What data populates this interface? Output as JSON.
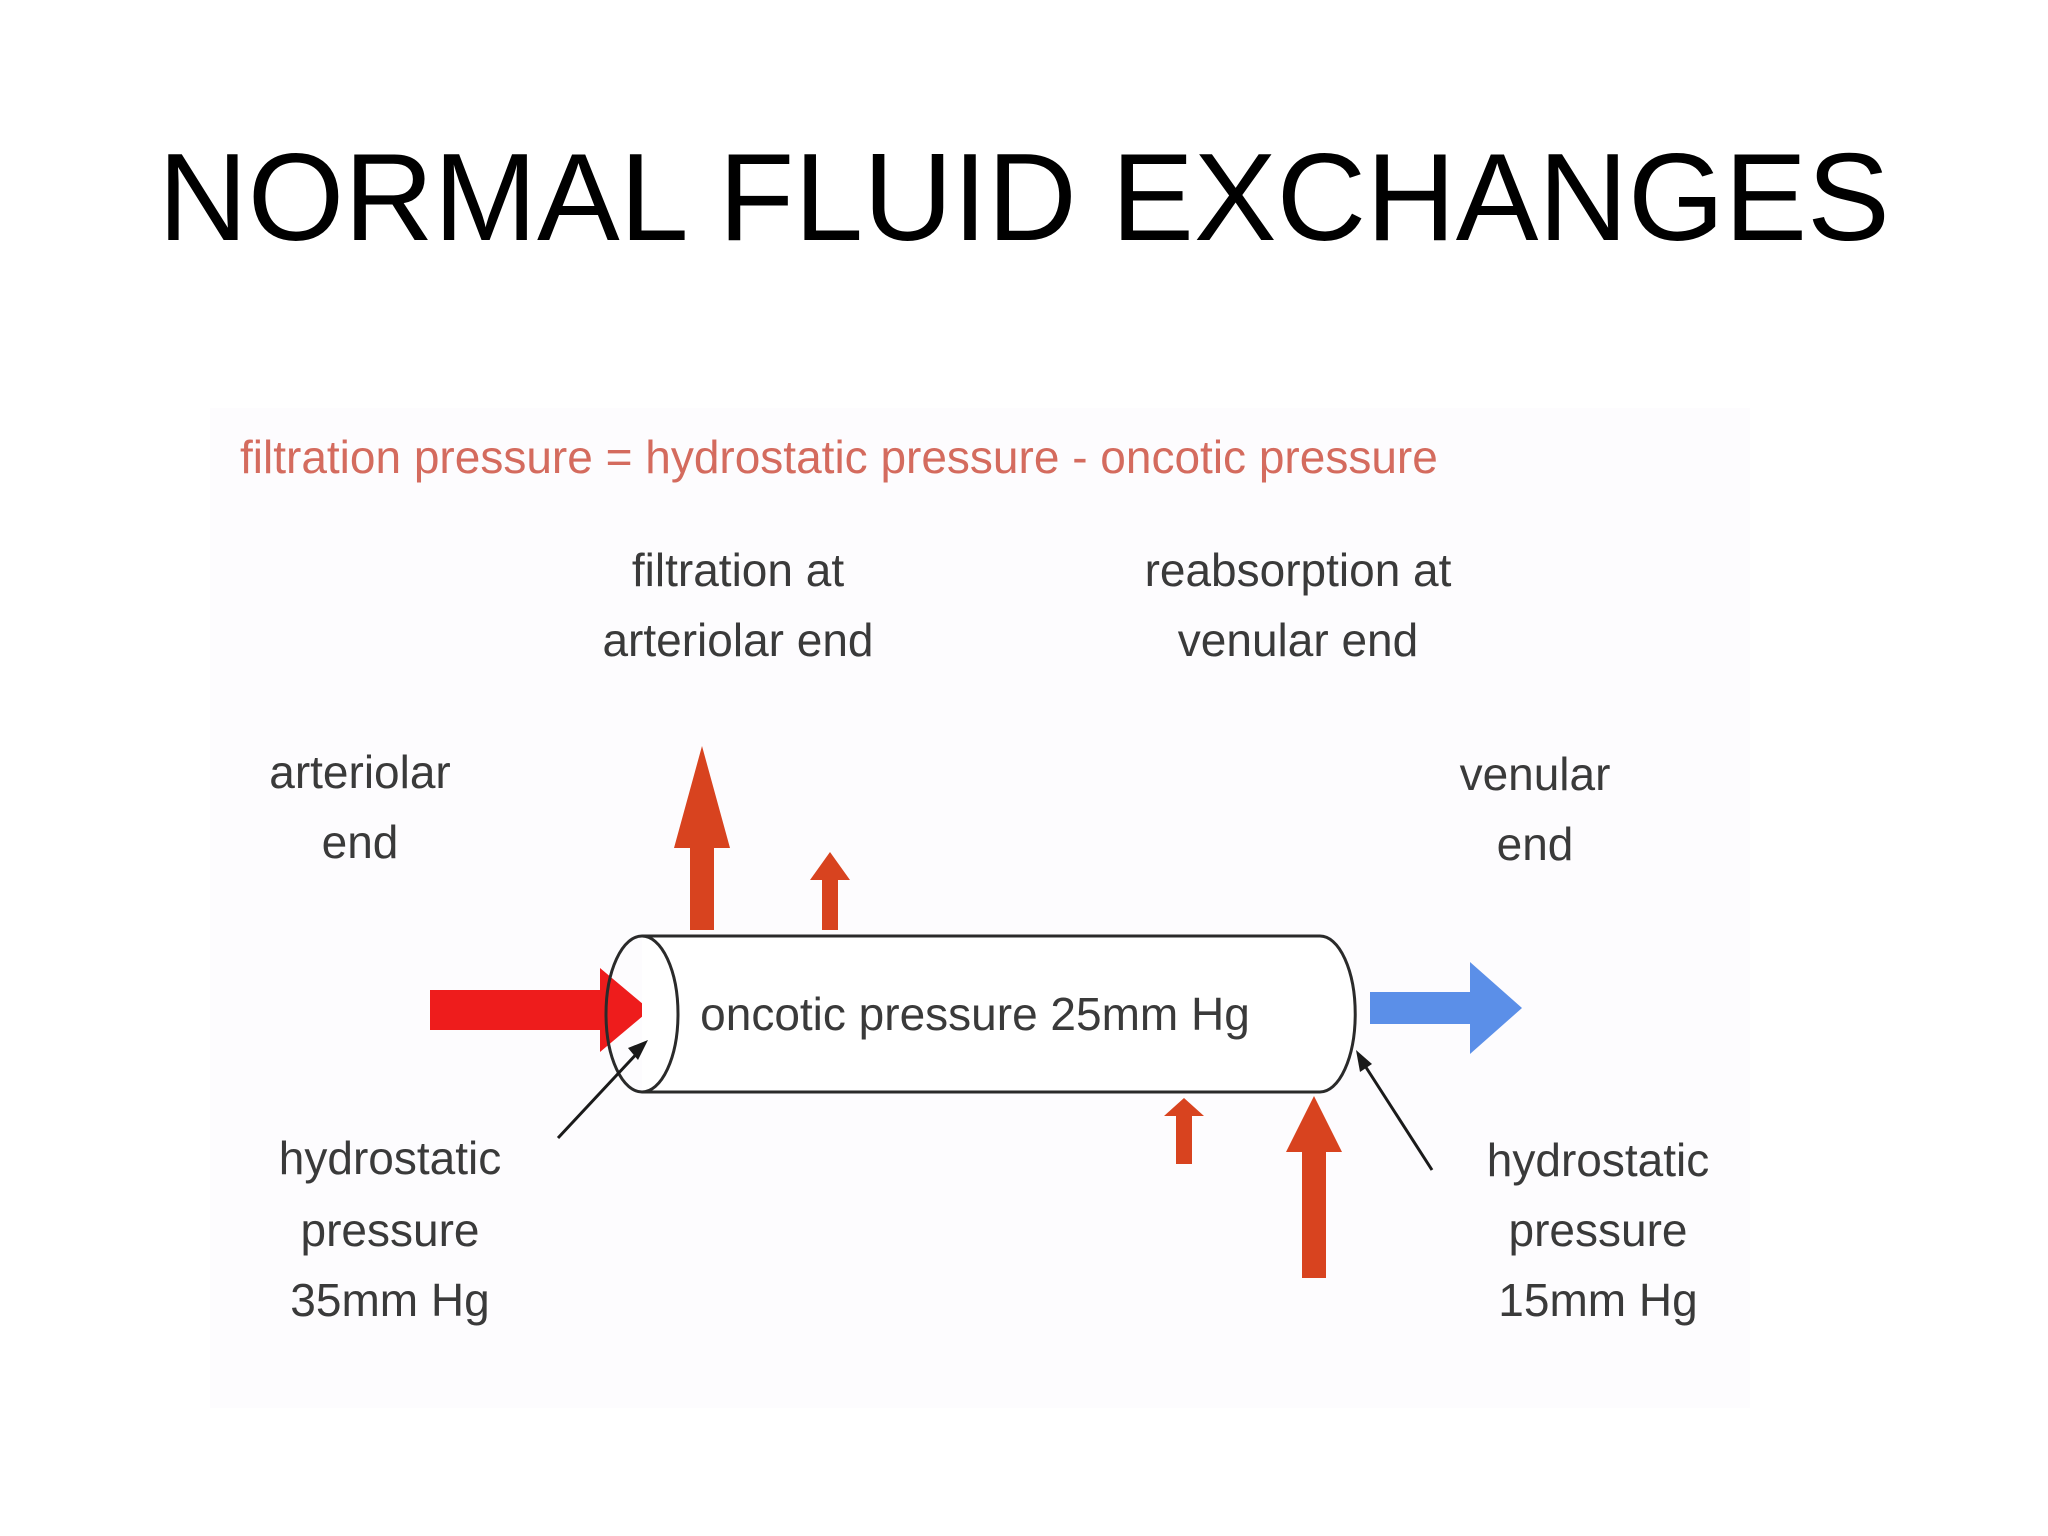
{
  "slide": {
    "title": "NORMAL FLUID EXCHANGES"
  },
  "diagram": {
    "formula": "filtration pressure = hydrostatic pressure - oncotic pressure",
    "filtration_label": [
      "filtration at",
      "arteriolar end"
    ],
    "reabsorption_label": [
      "reabsorption at",
      "venular end"
    ],
    "arteriolar_end_label": [
      "arteriolar",
      "end"
    ],
    "venular_end_label": [
      "venular",
      "end"
    ],
    "vessel_label": "oncotic pressure 25mm Hg",
    "hydrostatic_left_label": [
      "hydrostatic",
      "pressure",
      "35mm Hg"
    ],
    "hydrostatic_right_label": [
      "hydrostatic",
      "pressure",
      "15mm Hg"
    ],
    "colors": {
      "formula": "#d46b5e",
      "arterial_flow": "#ee1c1c",
      "venous_flow": "#5b8fe8",
      "exchange_arrow": "#d8431f",
      "text": "#3a3a3a"
    }
  }
}
